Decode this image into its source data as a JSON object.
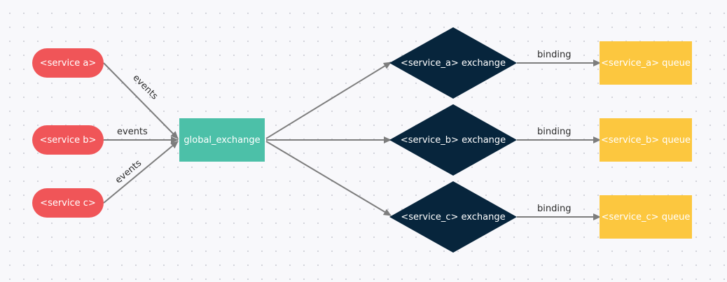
{
  "diagram": {
    "colors": {
      "service": "#f05558",
      "hub": "#4cc0a8",
      "exchange": "#07253c",
      "queue": "#fcc73f",
      "edge": "#7d7d7d"
    },
    "nodes": {
      "service_a": "<service a>",
      "service_b": "<service b>",
      "service_c": "<service c>",
      "global_exchange": "global_exchange",
      "exchange_a": "<service_a> exchange",
      "exchange_b": "<service_b> exchange",
      "exchange_c": "<service_c> exchange",
      "queue_a": "<service_a> queue",
      "queue_b": "<service_b> queue",
      "queue_c": "<service_c> queue"
    },
    "edge_labels": {
      "events_a": "events",
      "events_b": "events",
      "events_c": "events",
      "binding_a": "binding",
      "binding_b": "binding",
      "binding_c": "binding"
    }
  }
}
